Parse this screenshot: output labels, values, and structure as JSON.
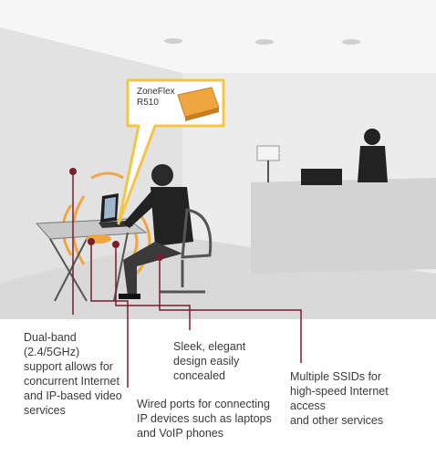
{
  "product": {
    "label_line1": "ZoneFlex",
    "label_line2": "R510"
  },
  "callouts": {
    "dual_band": {
      "lines": [
        "Dual-band",
        "(2.4/5GHz)",
        "support allows for",
        "concurrent Internet",
        "and IP-based video",
        "services"
      ]
    },
    "wired_ports": {
      "lines": [
        "Wired ports for connecting",
        "IP devices such as laptops",
        "and VoIP phones"
      ]
    },
    "sleek": {
      "lines": [
        "Sleek, elegant",
        "design easily",
        "concealed"
      ]
    },
    "ssids": {
      "lines": [
        "Multiple SSIDs for",
        "high-speed Internet",
        "access",
        "and other services"
      ]
    }
  },
  "colors": {
    "leader": "#7a1e2c",
    "accent_orange": "#f0a640",
    "callout_yellow": "#f4c542",
    "floor": "#d9d9d9",
    "wall": "#ececec"
  }
}
